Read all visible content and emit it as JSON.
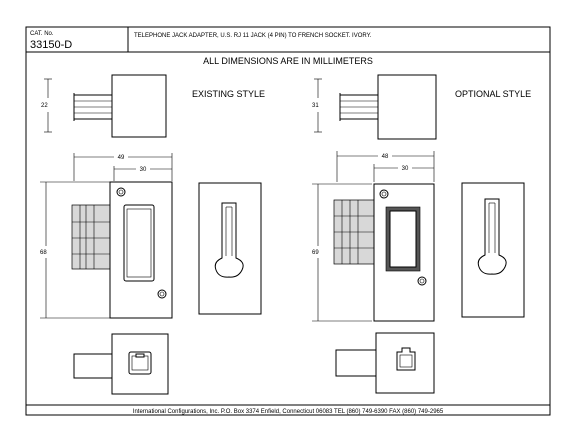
{
  "title_block": {
    "cat_label": "CAT. No.",
    "cat_number": "33150-D",
    "description": "TELEPHONE JACK ADAPTER, U.S. RJ 11 JACK (4 PIN) TO FRENCH SOCKET. IVORY."
  },
  "heading": "ALL DIMENSIONS ARE IN MILLIMETERS",
  "existing": {
    "label": "EXISTING STYLE",
    "height_dim": "22",
    "overall_width": "49",
    "plate_width": "30",
    "plate_height": "68"
  },
  "optional": {
    "label": "OPTIONAL STYLE",
    "height_dim": "31",
    "overall_width": "48",
    "plate_width": "30",
    "plate_height": "69"
  },
  "footer": "International Configurations, Inc.  P.O. Box 3374  Enfield, Connecticut 06083 TEL (860) 749-6390  FAX (860) 749-2965"
}
